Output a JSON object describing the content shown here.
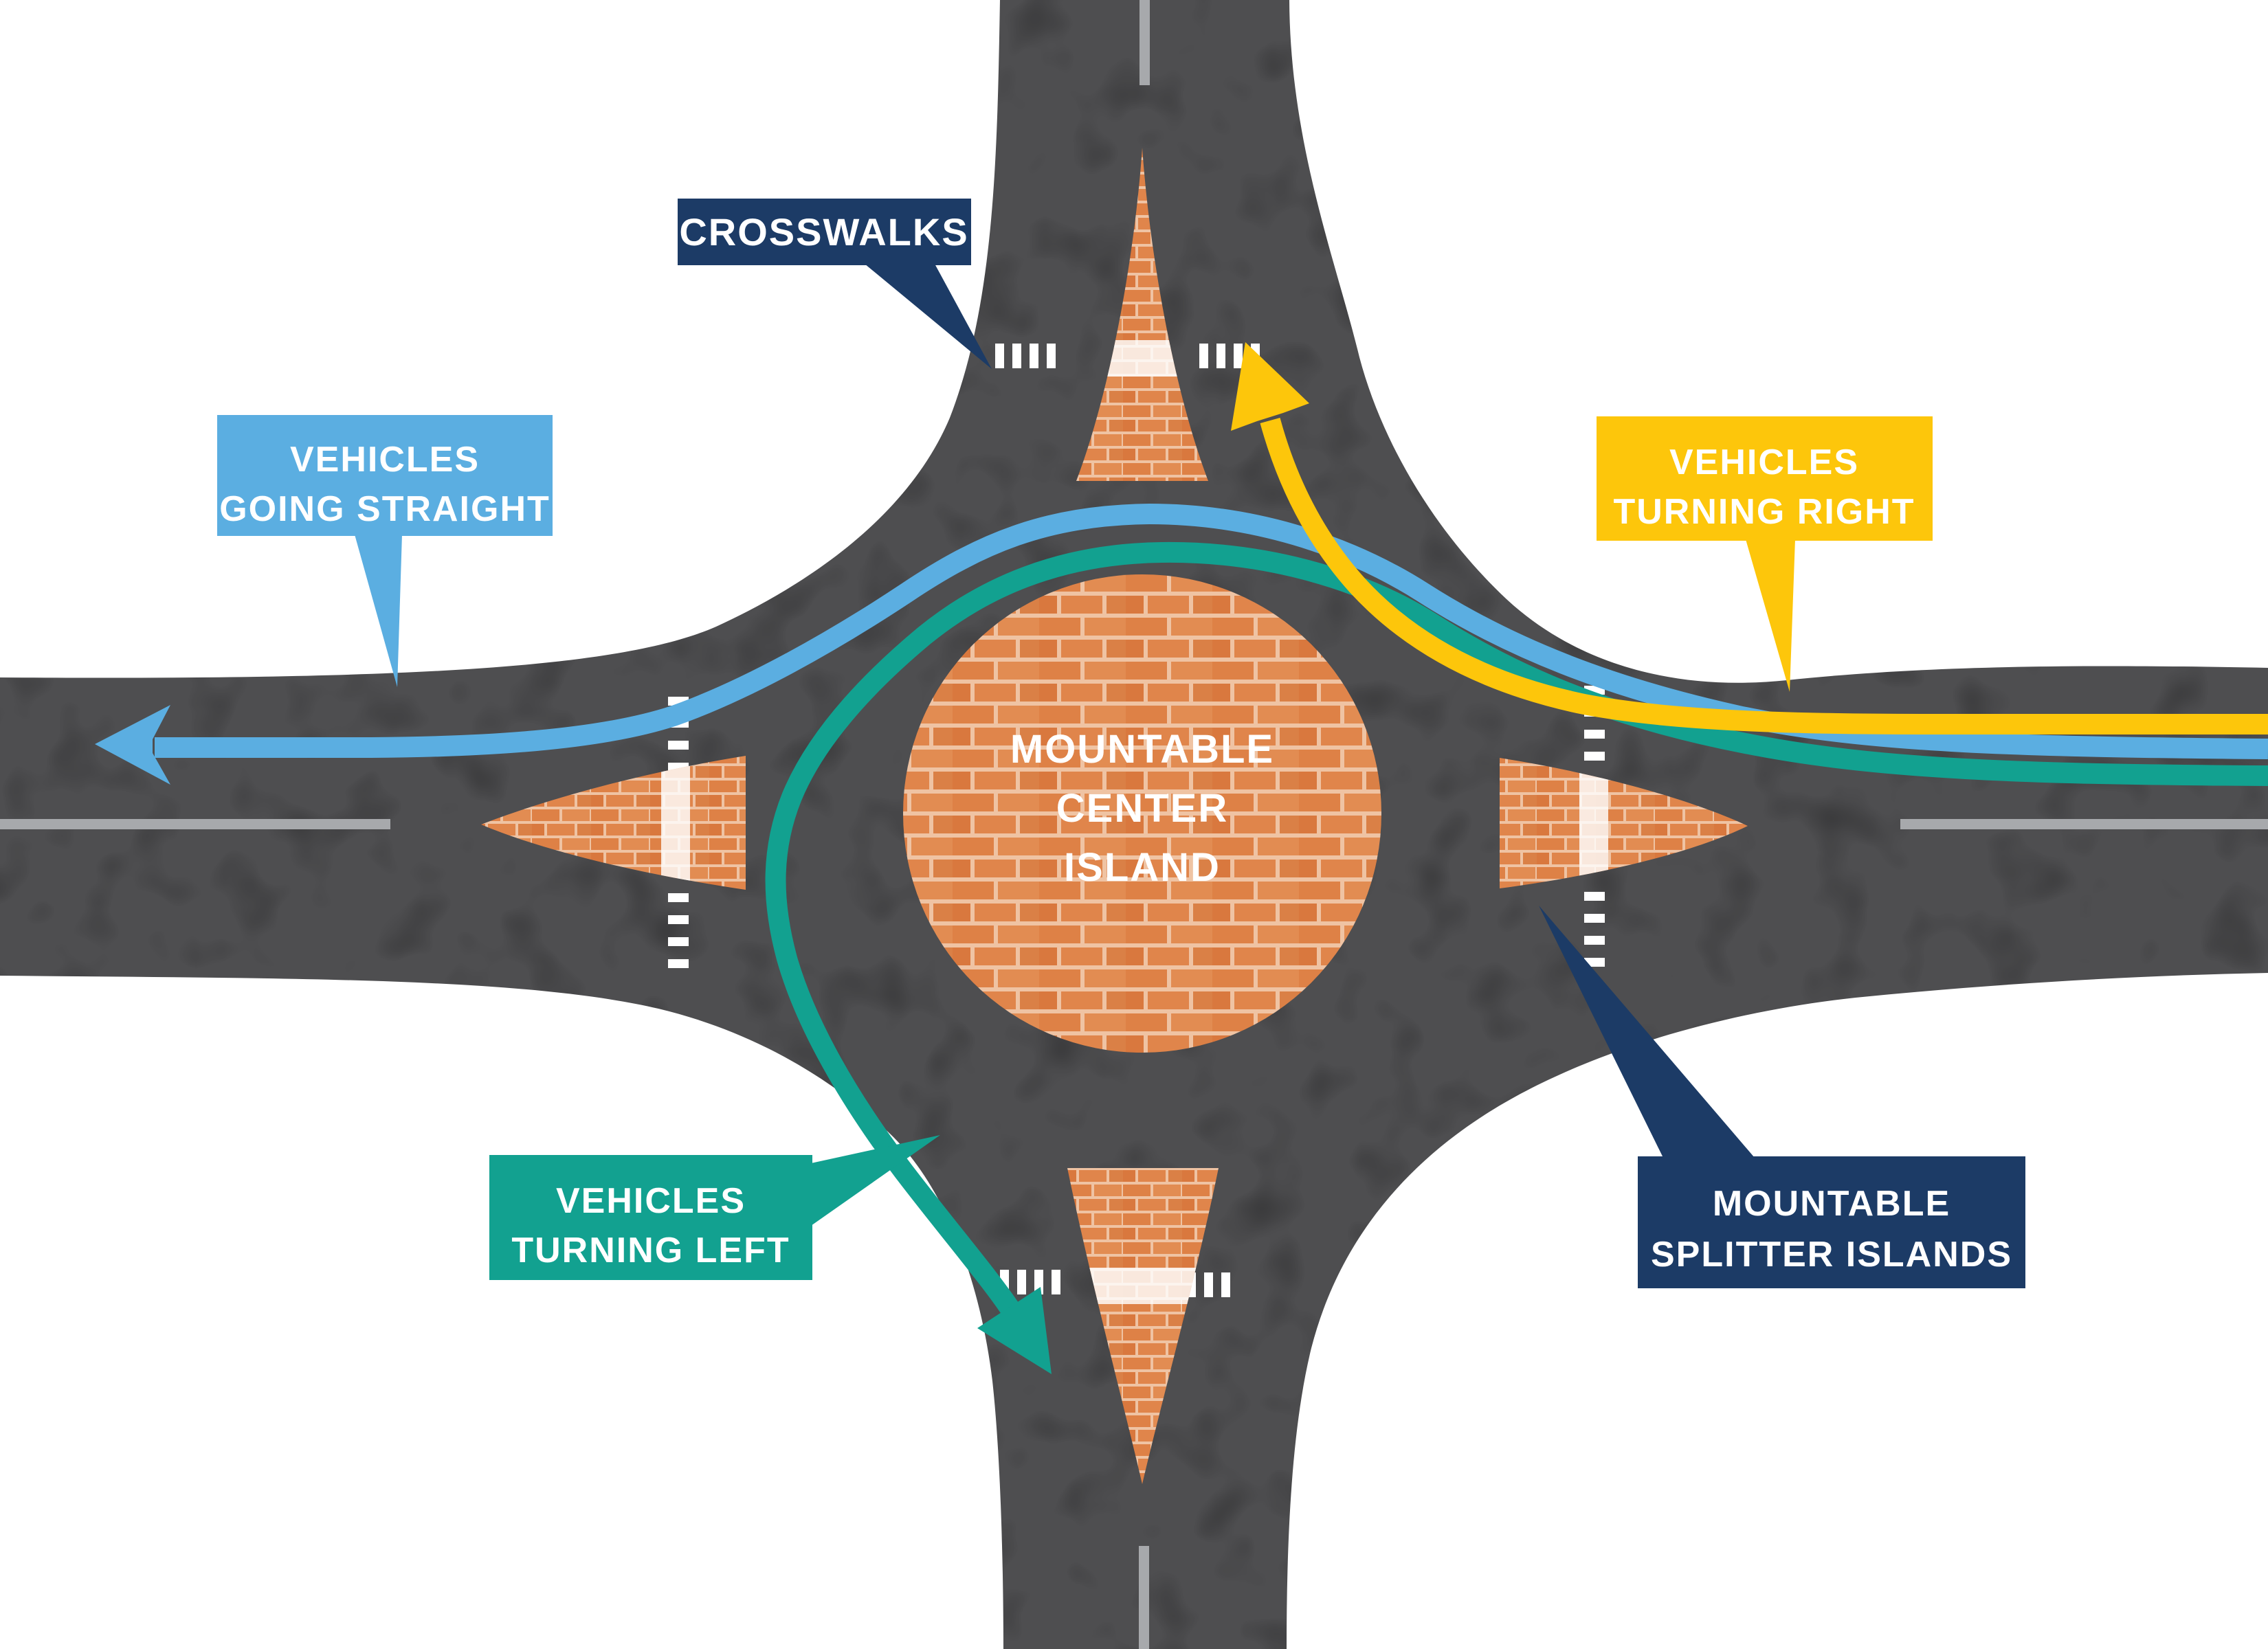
{
  "diagram": {
    "center_island": {
      "line1": "MOUNTABLE",
      "line2": "CENTER",
      "line3": "ISLAND"
    },
    "labels": {
      "crosswalks": {
        "text": "CROSSWALKS"
      },
      "going_straight": {
        "line1": "VEHICLES",
        "line2": "GOING STRAIGHT"
      },
      "turning_right": {
        "line1": "VEHICLES",
        "line2": "TURNING RIGHT"
      },
      "turning_left": {
        "line1": "VEHICLES",
        "line2": "TURNING LEFT"
      },
      "splitter_islands": {
        "line1": "MOUNTABLE",
        "line2": "SPLITTER ISLANDS"
      }
    },
    "colors": {
      "background": "#FFFFFF",
      "road": "#4E4E50",
      "road_speckle": "#39393B",
      "navy": "#1C3B66",
      "blue": "#5BAEE1",
      "yellow": "#FDC60B",
      "teal": "#12A190",
      "lane_marking": "#A7A9AC",
      "crosswalk": "#FFFFFF",
      "brick": "#DE8146",
      "brick_mortar": "#EFC3A3",
      "label_text": "#FFFFFF"
    }
  }
}
